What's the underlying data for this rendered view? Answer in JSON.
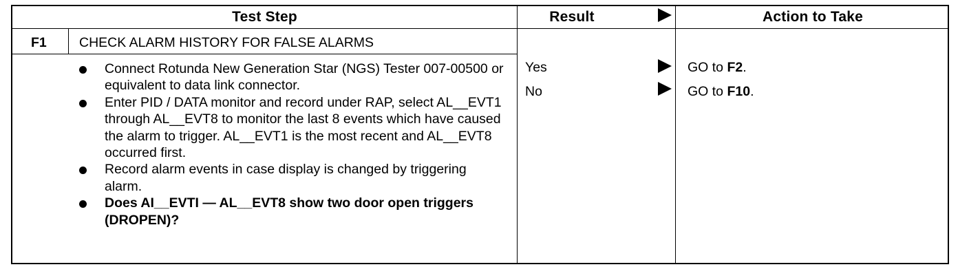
{
  "table": {
    "headers": {
      "test_step": "Test Step",
      "result": "Result",
      "action": "Action to Take"
    },
    "step": {
      "id": "F1",
      "title": "CHECK ALARM HISTORY FOR FALSE ALARMS",
      "bullets": [
        "Connect Rotunda New Generation Star (NGS) Tester 007-00500 or equivalent to data link connector.",
        "Enter PID / DATA monitor and record under RAP, select AL__EVT1 through AL__EVT8 to monitor the last 8 events which have caused the alarm to trigger. AL__EVT1 is the most recent and AL__EVT8 occurred first.",
        "Record alarm events in case display is changed by triggering alarm.",
        "Does AI__EVTI — AL__EVT8 show two door open triggers (DROPEN)?"
      ]
    },
    "results": [
      {
        "result": "Yes",
        "action_prefix": "GO to",
        "action_target": "F2",
        "action_suffix": "."
      },
      {
        "result": "No",
        "action_prefix": "GO to",
        "action_target": "F10",
        "action_suffix": "."
      }
    ]
  }
}
